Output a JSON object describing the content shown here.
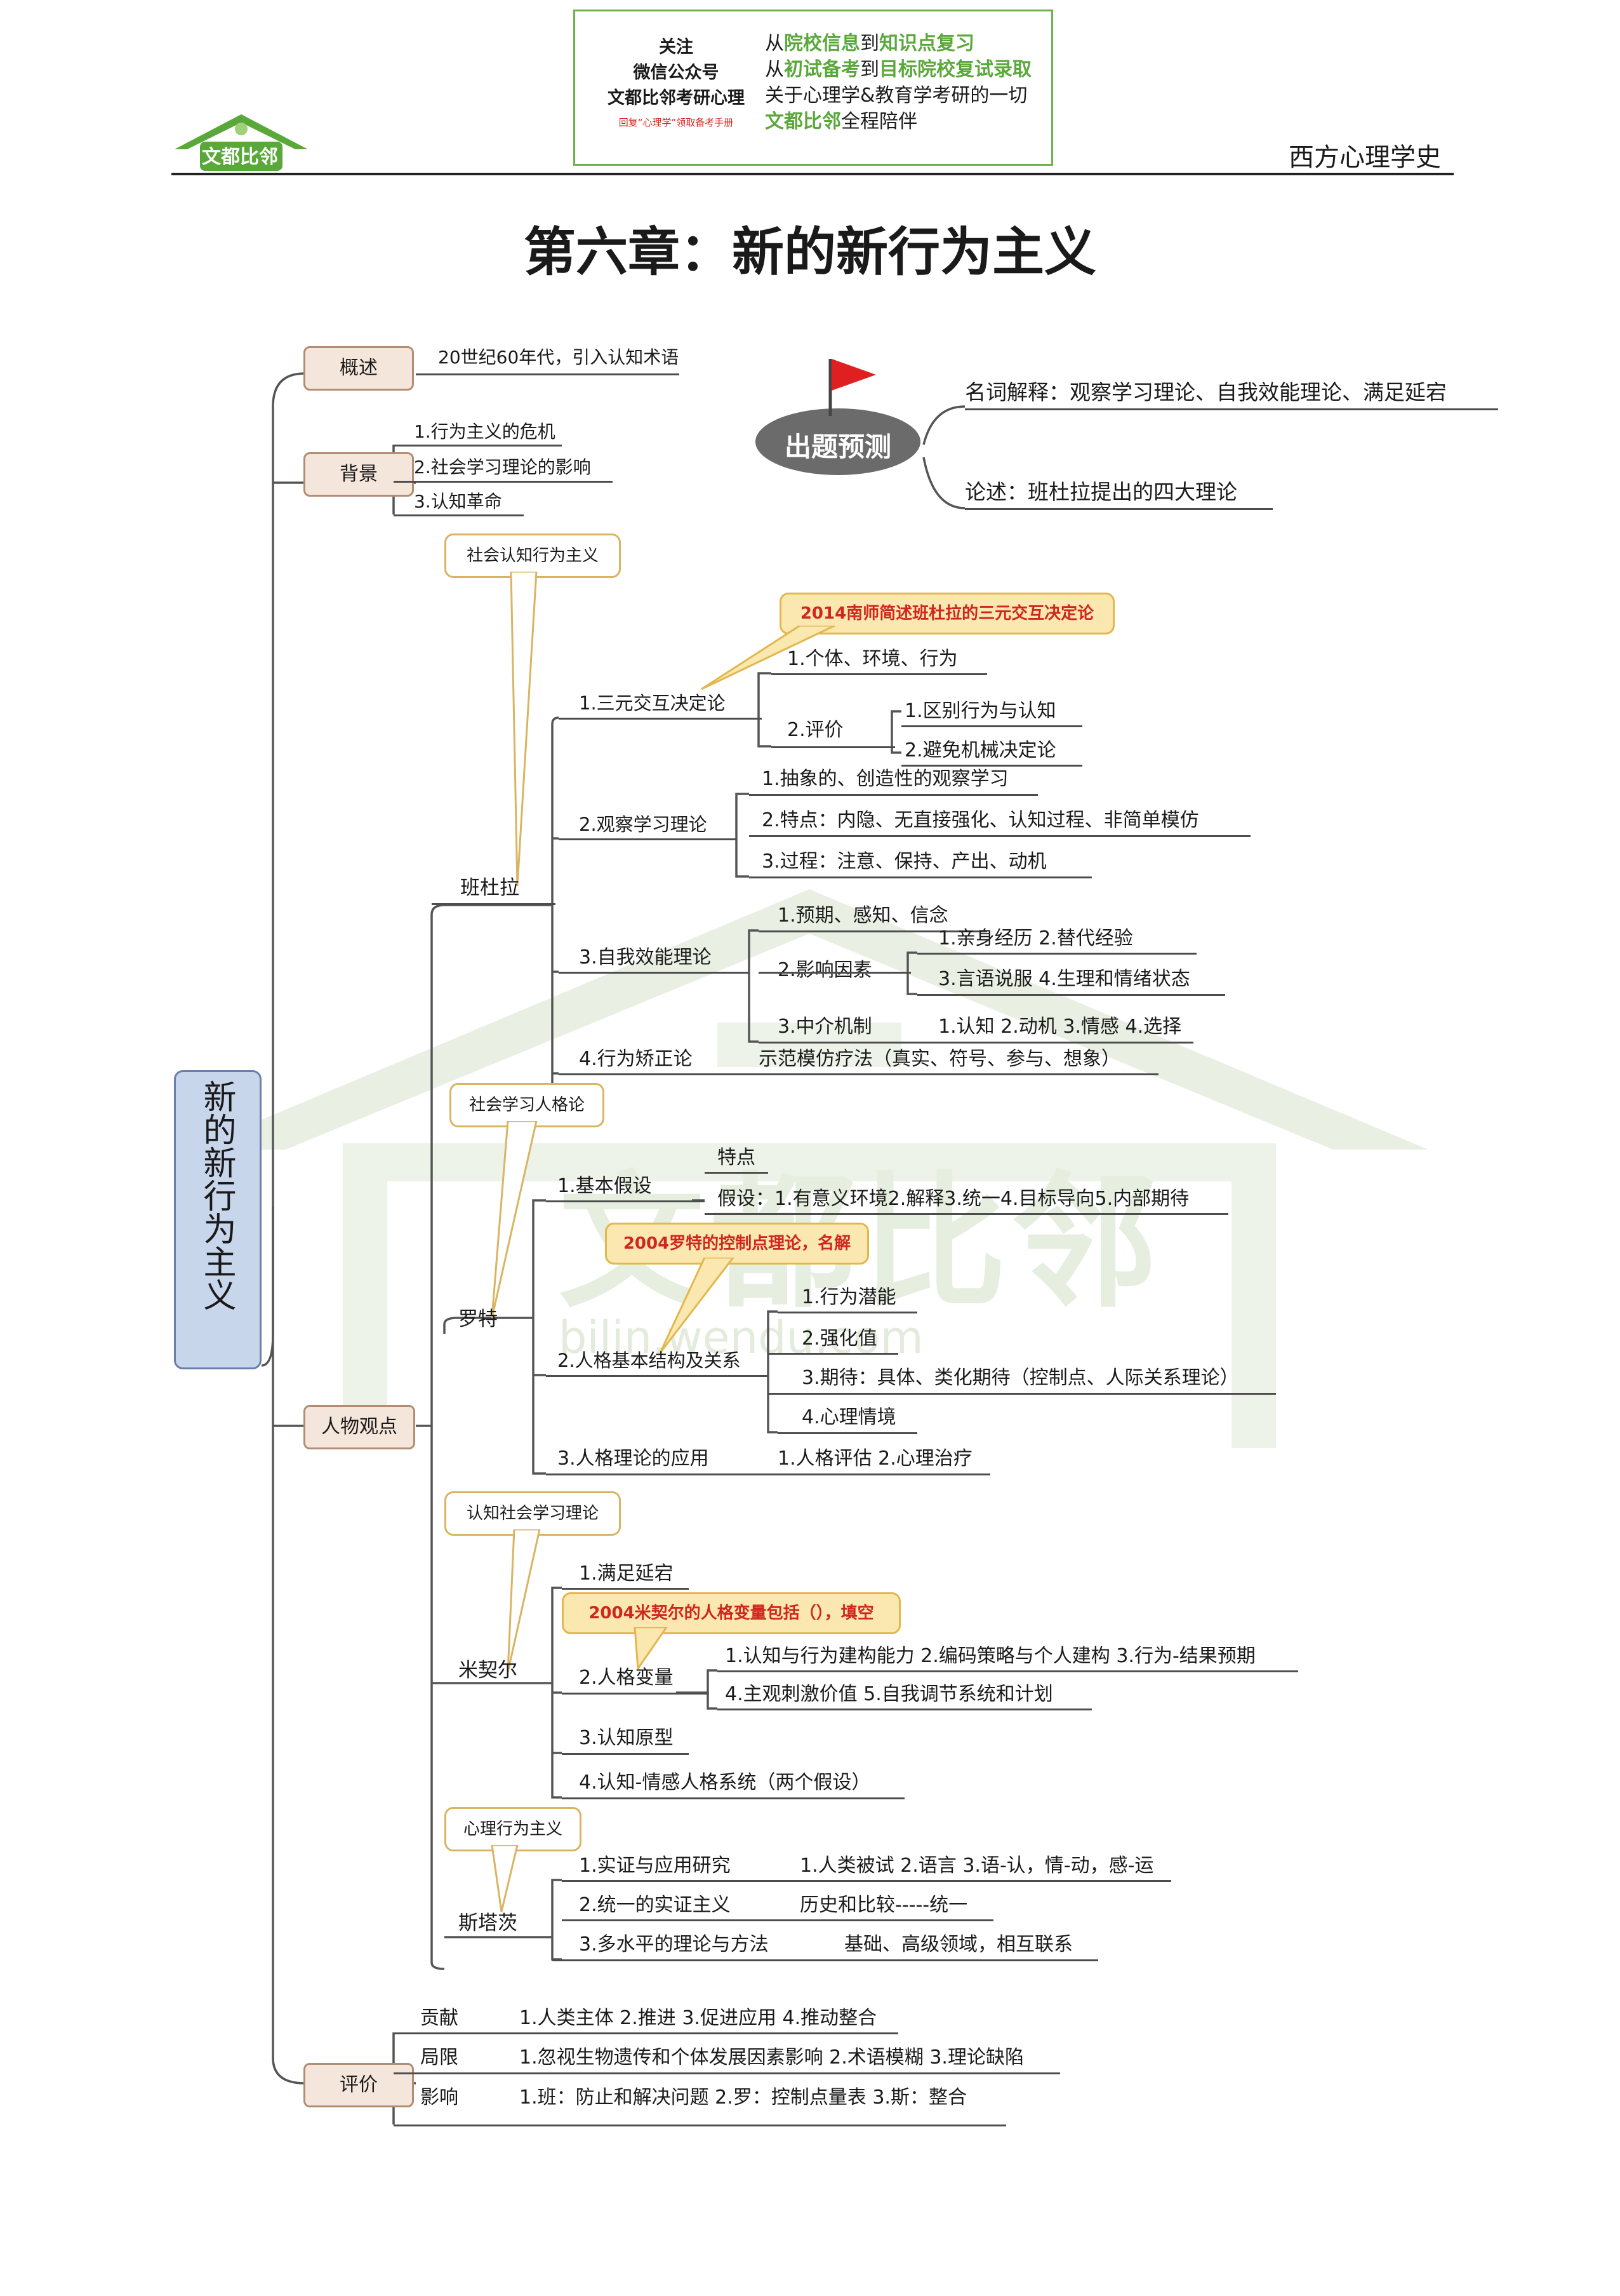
{
  "header": {
    "box_left": [
      "关注",
      "微信公众号",
      "文都比邻考研心理"
    ],
    "box_left_note": "回复“心理学”领取备考手册",
    "box_right": [
      [
        {
          "t": "从"
        },
        {
          "t": "院校信息",
          "g": true
        },
        {
          "t": "到"
        },
        {
          "t": "知识点复习",
          "g": true
        }
      ],
      [
        {
          "t": "从"
        },
        {
          "t": "初试备考",
          "g": true
        },
        {
          "t": "到"
        },
        {
          "t": "目标院校复试录取",
          "g": true
        }
      ],
      [
        {
          "t": "关于心理学&教育学考研的一切"
        }
      ],
      [
        {
          "t": "文都比邻",
          "g": true
        },
        {
          "t": "全程陪伴"
        }
      ]
    ],
    "logo": "文都比邻",
    "subject": "西方心理学史"
  },
  "title": "第六章：新的新行为主义",
  "root": "新的新行为主义",
  "prediction": {
    "label": "出题预测",
    "item1": "名词解释：观察学习理论、自我效能理论、满足延宕",
    "item2": "论述：班杜拉提出的四大理论"
  },
  "overview": {
    "label": "概述",
    "text": "20世纪60年代，引入认知术语"
  },
  "background": {
    "label": "背景",
    "items": [
      "1.行为主义的危机",
      "2.社会学习理论的影响",
      "3.认知革命"
    ]
  },
  "people": {
    "label": "人物观点",
    "bandura": {
      "name": "班杜拉",
      "note": "社会认知行为主义",
      "exam": "2014南师简述班杜拉的三元交互决定论",
      "b1": "1.三元交互决定论",
      "b1_1": "1.个体、环境、行为",
      "b1_2": "2.评价",
      "b1_2_1": "1.区别行为与认知",
      "b1_2_2": "2.避免机械决定论",
      "b2": "2.观察学习理论",
      "b2_1": "1.抽象的、创造性的观察学习",
      "b2_2": "2.特点：内隐、无直接强化、认知过程、非简单模仿",
      "b2_3": "3.过程：注意、保持、产出、动机",
      "b3": "3.自我效能理论",
      "b3_1": "1.预期、感知、信念",
      "b3_2": "2.影响因素",
      "b3_2_1": "1.亲身经历 2.替代经验",
      "b3_2_2": "3.言语说服 4.生理和情绪状态",
      "b3_3": "3.中介机制",
      "b3_3_1": "1.认知 2.动机 3.情感 4.选择",
      "b4": "4.行为矫正论",
      "b4_1": "示范模仿疗法（真实、符号、参与、想象）"
    },
    "rotter": {
      "name": "罗特",
      "note": "社会学习人格论",
      "exam": "2004罗特的控制点理论，名解",
      "r1": "1.基本假设",
      "r1_1": "特点",
      "r1_2": "假设：1.有意义环境2.解释3.统一4.目标导向5.内部期待",
      "r2": "2.人格基本结构及关系",
      "r2_1": "1.行为潜能",
      "r2_2": "2.强化值",
      "r2_3": "3.期待：具体、类化期待（控制点、人际关系理论）",
      "r2_4": "4.心理情境",
      "r3": "3.人格理论的应用",
      "r3_1": "1.人格评估 2.心理治疗"
    },
    "mischel": {
      "name": "米契尔",
      "note": "认知社会学习理论",
      "exam": "2004米契尔的人格变量包括（），填空",
      "m1": "1.满足延宕",
      "m2": "2.人格变量",
      "m2_1": "1.认知与行为建构能力 2.编码策略与个人建构 3.行为-结果预期",
      "m2_2": "4.主观刺激价值 5.自我调节系统和计划",
      "m3": "3.认知原型",
      "m4": "4.认知-情感人格系统（两个假设）"
    },
    "staats": {
      "name": "斯塔茨",
      "note": "心理行为主义",
      "s1": "1.实证与应用研究",
      "s1_1": "1.人类被试 2.语言 3.语-认，情-动，感-运",
      "s2": "2.统一的实证主义",
      "s2_1": "历史和比较-----统一",
      "s3": "3.多水平的理论与方法",
      "s3_1": "基础、高级领域，相互联系"
    }
  },
  "evaluation": {
    "label": "评价",
    "contrib": "贡献",
    "contrib_t": "1.人类主体 2.推进 3.促进应用 4.推动整合",
    "limit": "局限",
    "limit_t": "1.忽视生物遗传和个体发展因素影响 2.术语模糊 3.理论缺陷",
    "influence": "影响",
    "influence_t": "1.班：防止和解决问题 2.罗：控制点量表 3.斯：整合"
  },
  "watermark": {
    "text": "文都比邻",
    "url": "bilin.wendu.com"
  },
  "colors": {
    "green": "#5aa83a",
    "red_text": "#d0261d",
    "node_fill": "#f5e6dc",
    "note_border": "#d9b462",
    "root_fill": "#c8d6ec"
  }
}
